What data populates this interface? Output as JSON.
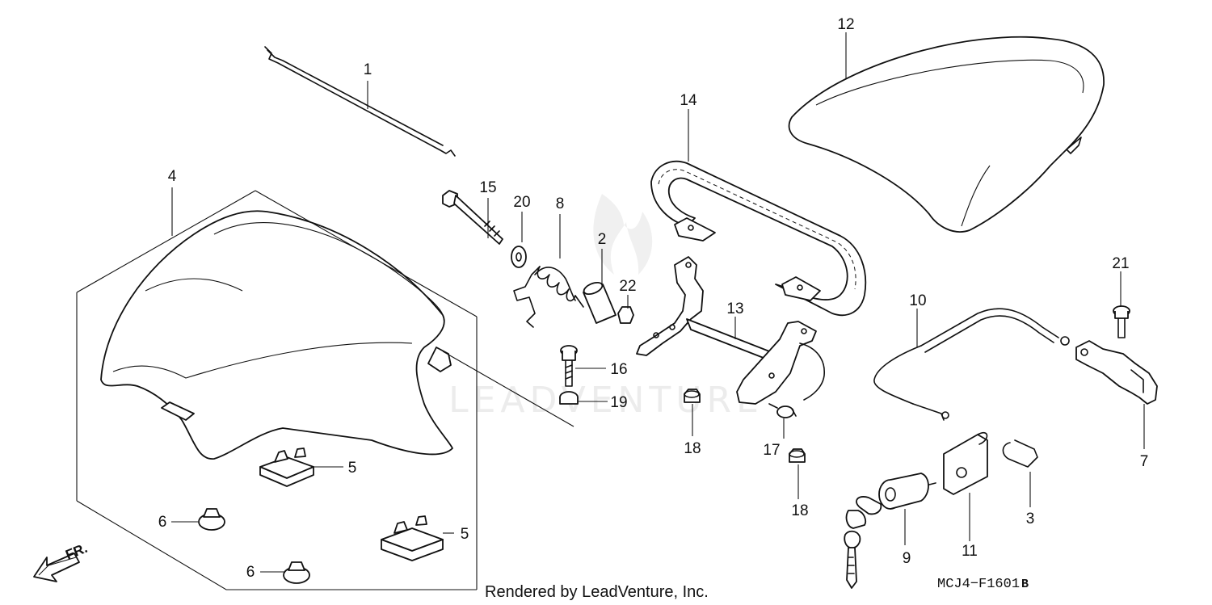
{
  "diagram": {
    "watermark": "LEADVENTURE",
    "credit": "Rendered by LeadVenture, Inc.",
    "diagram_code": "MCJ4−F1601",
    "diagram_code_suffix": "B",
    "front_indicator": "FR.",
    "callouts": {
      "p1": "1",
      "p2": "2",
      "p3": "3",
      "p4": "4",
      "p5a": "5",
      "p5b": "5",
      "p6a": "6",
      "p6b": "6",
      "p7": "7",
      "p8": "8",
      "p9": "9",
      "p10": "10",
      "p11": "11",
      "p12": "12",
      "p13": "13",
      "p14": "14",
      "p15": "15",
      "p16": "16",
      "p17": "17",
      "p18a": "18",
      "p18b": "18",
      "p19": "19",
      "p20": "20",
      "p21": "21",
      "p22": "22"
    }
  }
}
